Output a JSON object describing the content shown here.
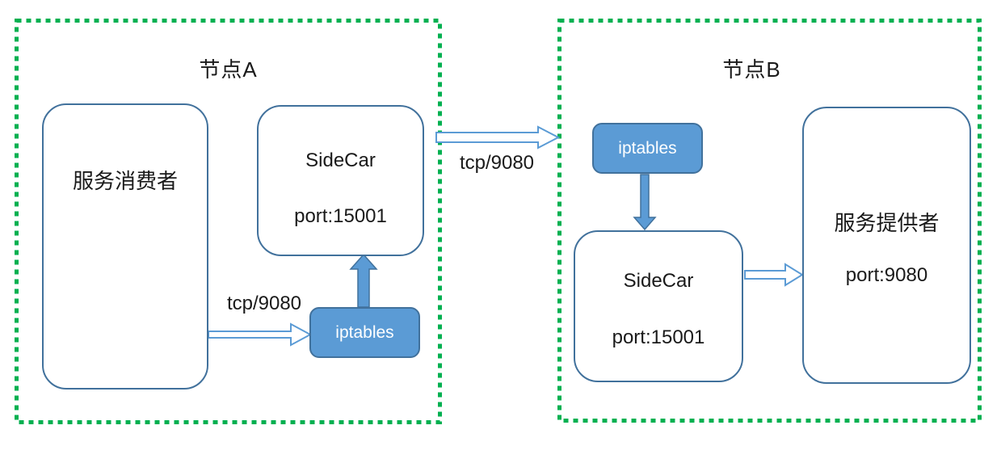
{
  "diagram": {
    "node_a": {
      "title": "节点A",
      "consumer_box": {
        "label": "服务消费者"
      },
      "sidecar_box": {
        "line1": "SideCar",
        "line2": "port:15001"
      },
      "iptables_label": "iptables",
      "tcp_label": "tcp/9080"
    },
    "link_between_nodes": {
      "tcp_label": "tcp/9080"
    },
    "node_b": {
      "title": "节点B",
      "iptables_label": "iptables",
      "sidecar_box": {
        "line1": "SideCar",
        "line2": "port:15001"
      },
      "provider_box": {
        "line1": "服务提供者",
        "line2": "port:9080"
      }
    },
    "colors": {
      "node_border_green": "#00B050",
      "box_border_blue": "#41719C",
      "arrow_fill_blue": "#5B9BD5",
      "hollow_arrow_fill": "#FFFFFF",
      "text_color": "#1A1A1A",
      "iptables_text_color": "#FFFFFF"
    }
  }
}
